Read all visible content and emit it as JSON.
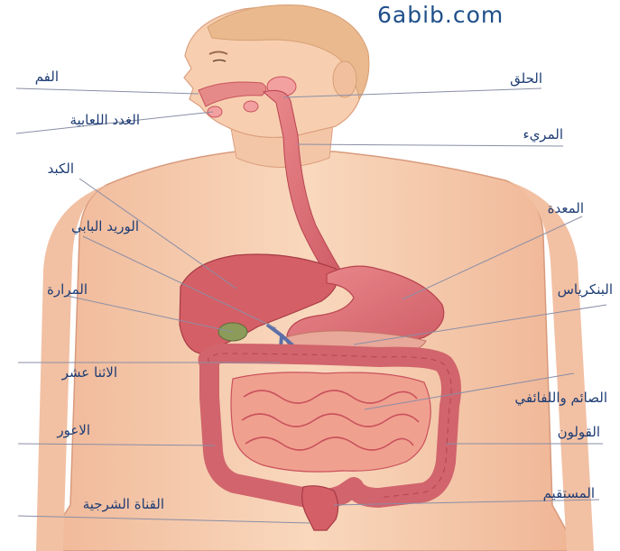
{
  "watermark": "6abib.com",
  "labels": {
    "mouth": "الفم",
    "salivary_glands": "الغدد اللعابية",
    "liver": "الكبد",
    "portal_vein": "الوريد البابي",
    "gallbladder": "المرارة",
    "duodenum": "الاثنا عشر",
    "appendix": "الاعور",
    "anal_canal": "القناة الشرجية",
    "pharynx": "الحلق",
    "esophagus": "المريء",
    "stomach": "المعدة",
    "pancreas": "البنكرياس",
    "jejunum_ileum": "الصائم واللفائفي",
    "colon": "القولون",
    "rectum": "المستقيم"
  },
  "colors": {
    "skin": "#f7cfb0",
    "skin_shadow": "#e8a98a",
    "hair": "#eab98e",
    "organ": "#e0737a",
    "organ_dark": "#c9525c",
    "label_text": "#1e3d74",
    "leader_line": "#8a8ea6"
  }
}
